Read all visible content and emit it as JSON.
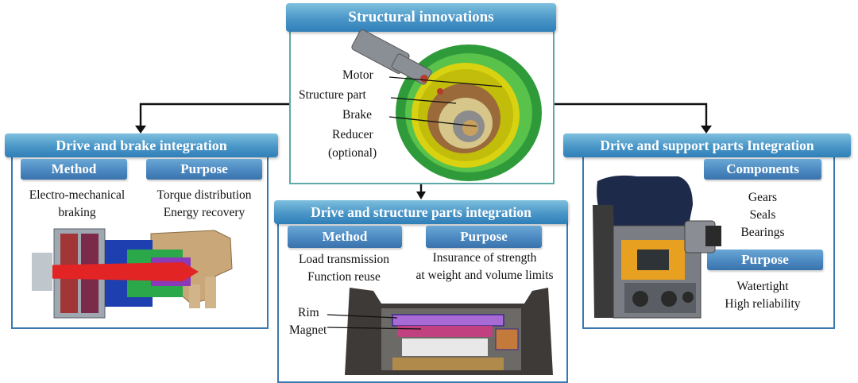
{
  "top": {
    "title": "Structural innovations",
    "labels": [
      "Motor",
      "Structure part",
      "Brake",
      "Reducer",
      "(optional)"
    ]
  },
  "left": {
    "title": "Drive and brake integration",
    "method_label": "Method",
    "purpose_label": "Purpose",
    "method_lines": [
      "Electro-mechanical",
      "braking"
    ],
    "purpose_lines": [
      "Torque distribution",
      "Energy recovery"
    ]
  },
  "center": {
    "title": "Drive and structure parts integration",
    "method_label": "Method",
    "purpose_label": "Purpose",
    "method_lines": [
      "Load transmission",
      "Function reuse"
    ],
    "purpose_lines": [
      "Insurance of strength",
      "at weight and volume limits"
    ],
    "labels": [
      "Rim",
      "Magnet"
    ]
  },
  "right": {
    "title": "Drive and support parts Integration",
    "components_label": "Components",
    "purpose_label": "Purpose",
    "components_lines": [
      "Gears",
      "Seals",
      "Bearings"
    ],
    "purpose_lines": [
      "Watertight",
      "High reliability"
    ]
  }
}
